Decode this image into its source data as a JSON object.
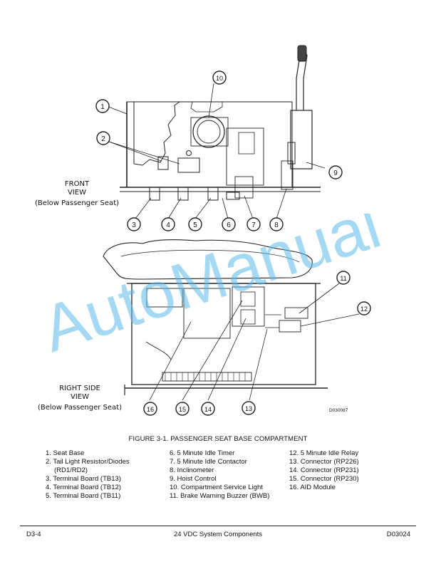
{
  "figure": {
    "caption": "FIGURE 3-1. PASSENGER SEAT BASE COMPARTMENT",
    "drawing_number": "D030087",
    "front_view": {
      "line1": "FRONT",
      "line2": "VIEW",
      "line3": "(Below Passenger Seat)"
    },
    "side_view": {
      "line1": "RIGHT SIDE",
      "line2": "VIEW",
      "line3": "(Below Passenger Seat)"
    },
    "callouts": [
      "1",
      "2",
      "3",
      "4",
      "5",
      "6",
      "7",
      "8",
      "9",
      "10",
      "11",
      "12",
      "13",
      "14",
      "15",
      "16"
    ]
  },
  "watermark": {
    "text": "AutoManual",
    "color": "#5bb8e8"
  },
  "legend": {
    "col1": [
      "1. Seat Base",
      "2. Tail Light Resistor/Diodes",
      "(RD1/RD2)",
      "3. Terminal Board (TB13)",
      "4. Terminal Board (TB12)",
      "5. Terminal Board (TB11)"
    ],
    "col2": [
      "6. 5 Minute Idle Timer",
      "7. 5 Minute Idle Contactor",
      "8. Inclinometer",
      "9. Hoist Control",
      "10. Compartment Service Light",
      "11. Brake Warning Buzzer (BWB)"
    ],
    "col3": [
      "12. 5 Minute Idle Relay",
      "13. Connector (RP226)",
      "14. Connector (RP231)",
      "15. Connector (RP230)",
      "16. AID Module"
    ]
  },
  "footer": {
    "left": "D3-4",
    "center": "24 VDC System Components",
    "right": "D03024"
  }
}
